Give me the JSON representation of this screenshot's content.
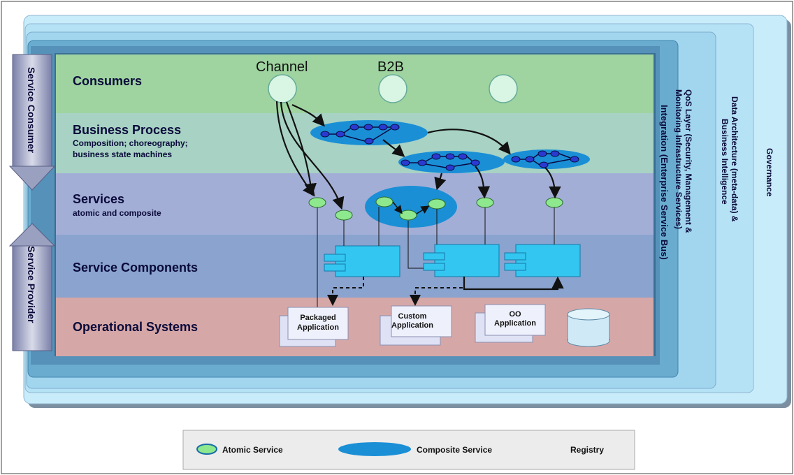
{
  "layers": {
    "consumers": "Consumers",
    "business_process_title": "Business Process",
    "business_process_sub1": "Composition; choreography;",
    "business_process_sub2": "business state machines",
    "services_title": "Services",
    "services_sub": "atomic and composite",
    "service_components": "Service Components",
    "operational_systems": "Operational Systems"
  },
  "consumers_labels": {
    "channel": "Channel",
    "b2b": "B2B"
  },
  "side_labels": {
    "service_consumer": "Service Consumer",
    "service_provider": "Service Provider"
  },
  "vertical_layers": {
    "integration": "Integration (Enterprise Service Bus)",
    "qos_line1": "QoS Layer (Security, Management &",
    "qos_line2": "Monitoring Infrastructure Services)",
    "data_line1": "Data Architecture (meta-data) &",
    "data_line2": "Business Intelligence",
    "governance": "Governance"
  },
  "applications": {
    "packaged_1": "Packaged",
    "packaged_2": "Application",
    "custom_1": "Custom",
    "custom_2": "Application",
    "oo_1": "OO",
    "oo_2": "Application"
  },
  "legend": {
    "atomic": "Atomic Service",
    "composite": "Composite Service",
    "registry": "Registry"
  },
  "colors": {
    "consumers": "#9fd4a0",
    "business_process": "#a7d2c4",
    "services": "#a3aed6",
    "service_components": "#8aa3cf",
    "operational_systems": "#d6a7a7",
    "composite": "#1a8fd6",
    "atomic": "#8ee88e",
    "component": "#33c6f0"
  }
}
